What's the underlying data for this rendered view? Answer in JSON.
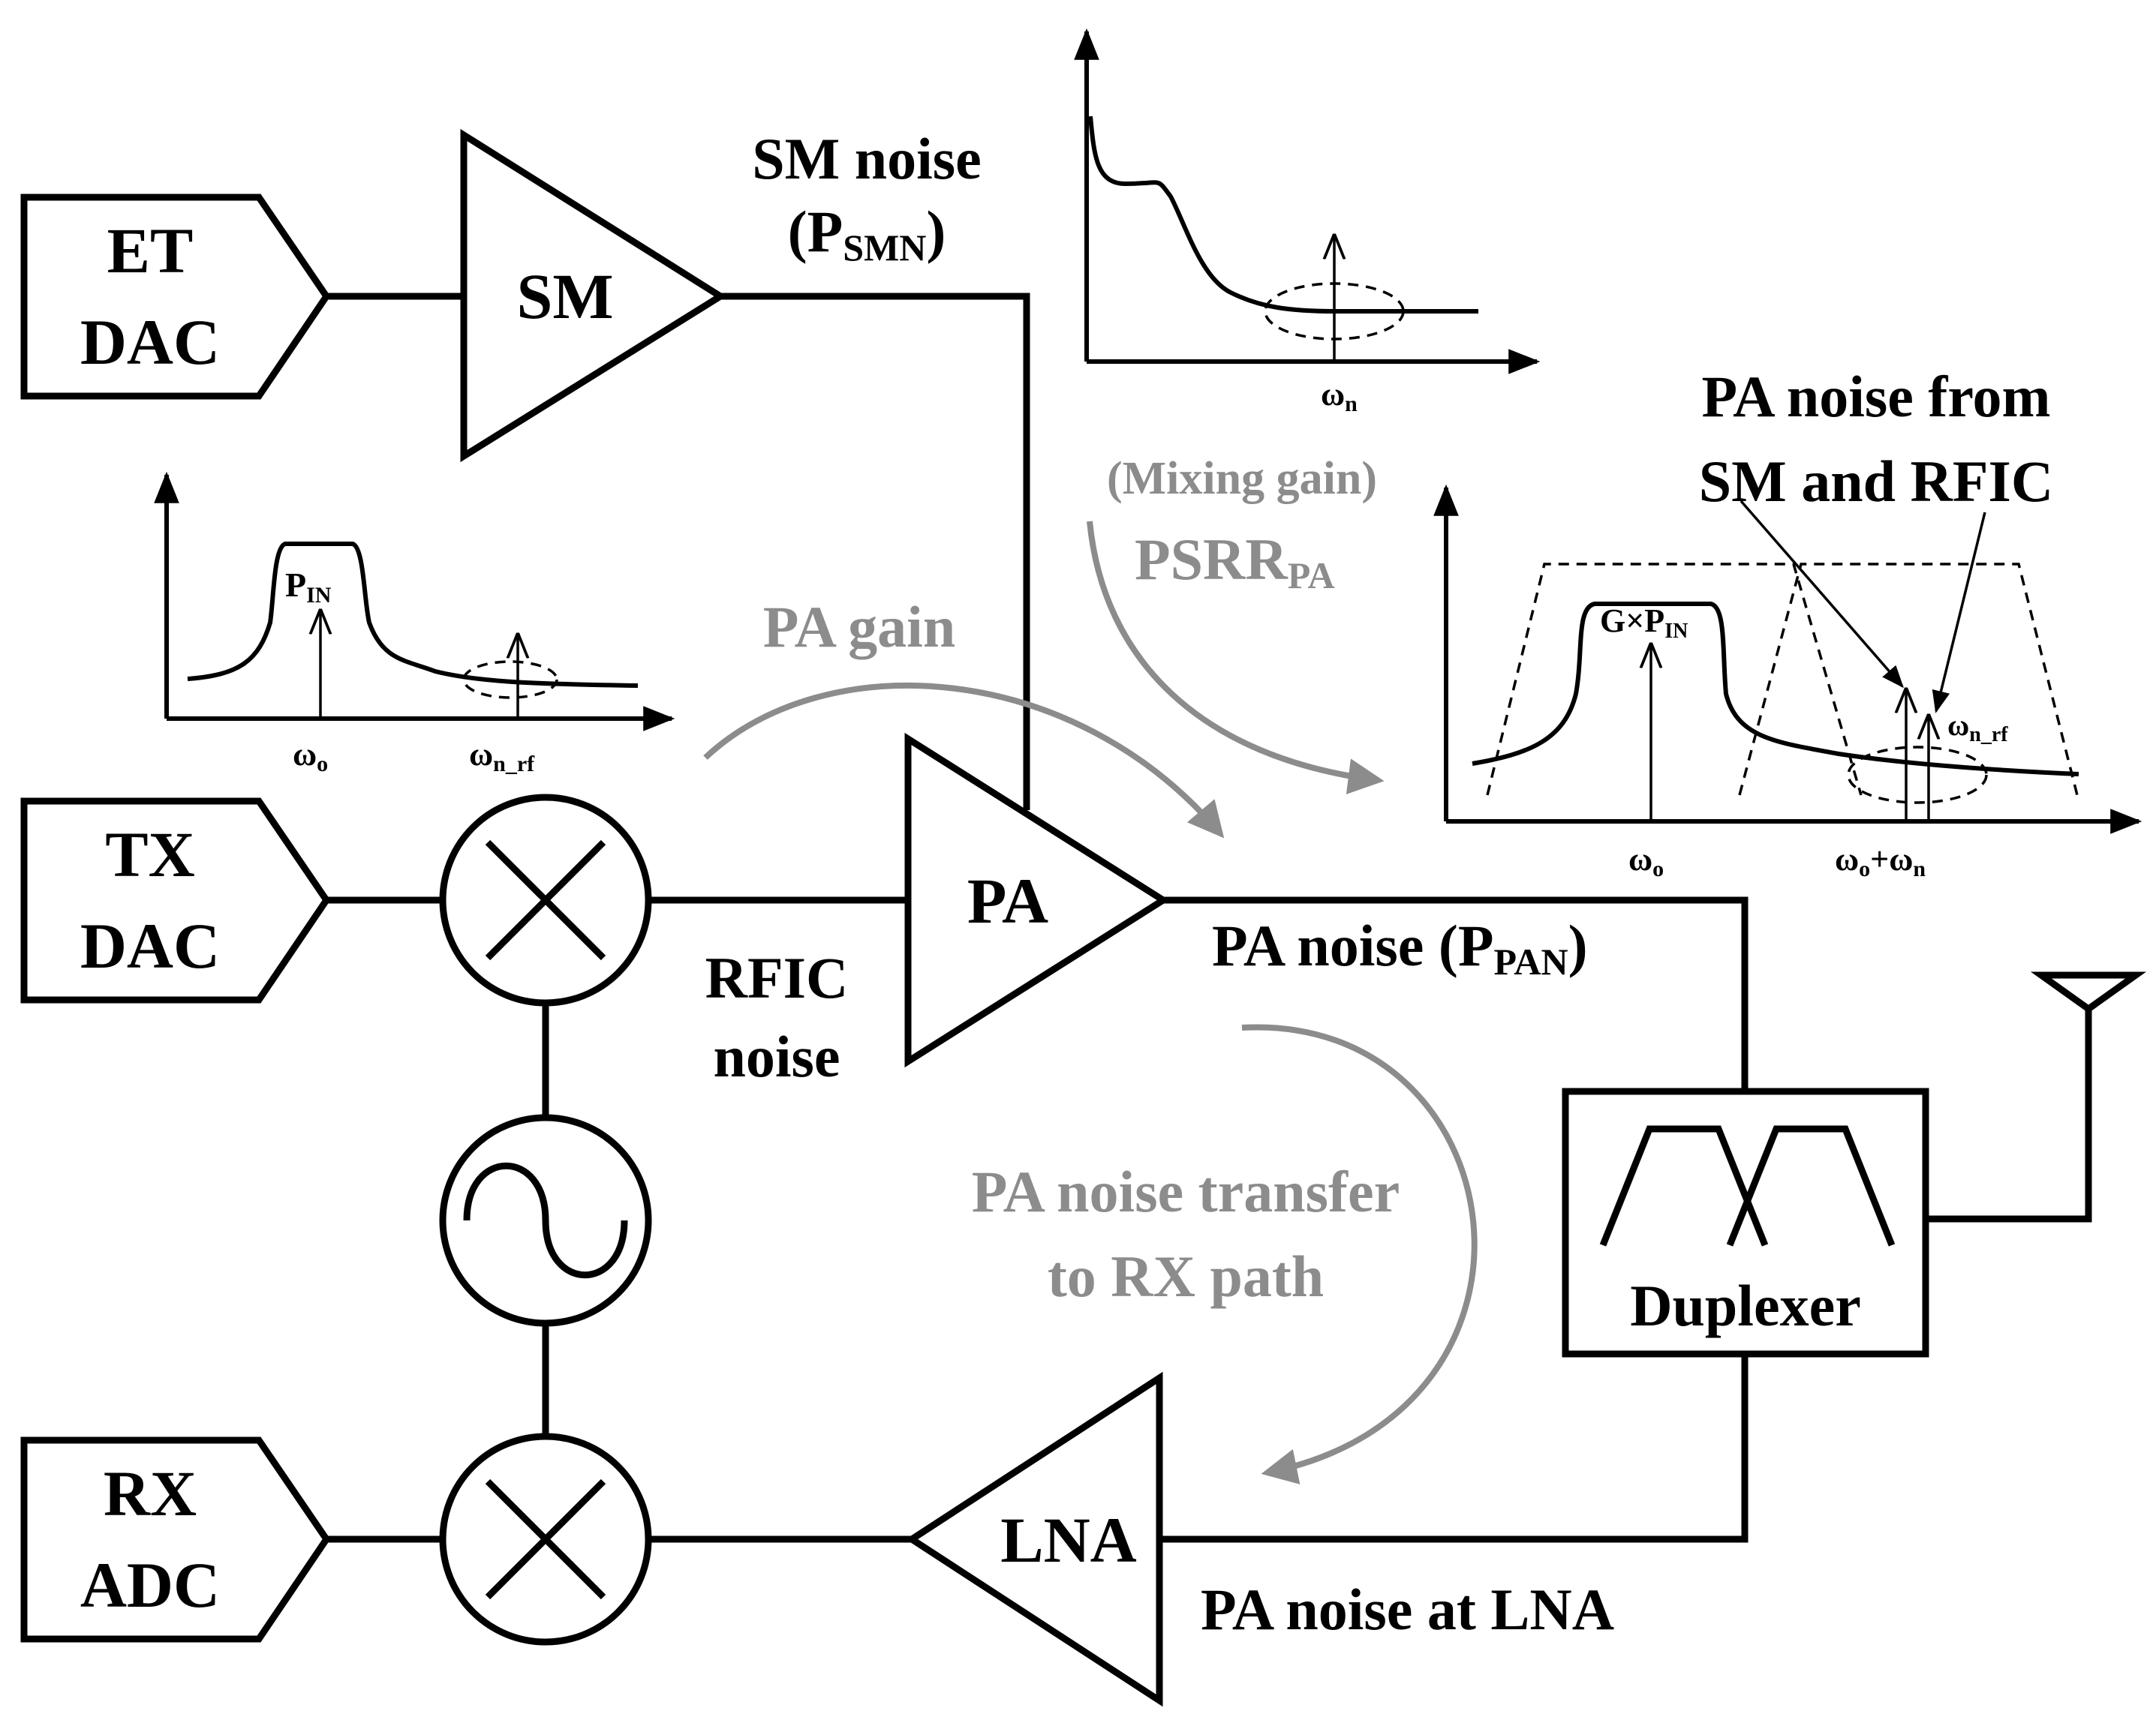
{
  "blocks": {
    "et_dac": [
      "ET",
      "DAC"
    ],
    "tx_dac": [
      "TX",
      "DAC"
    ],
    "rx_adc": [
      "RX",
      "ADC"
    ],
    "sm": "SM",
    "pa": "PA",
    "lna": "LNA",
    "duplexer": "Duplexer"
  },
  "labels": {
    "sm_noise": "SM noise",
    "sm_noise_sym": "(P",
    "sm_noise_sub": "SMN",
    "sm_noise_close": ")",
    "rfic_noise": [
      "RFIC",
      "noise"
    ],
    "pa_noise": "PA noise (P",
    "pa_noise_sub": "PAN",
    "pa_noise_close": ")",
    "pa_noise_at_lna": "PA noise at LNA",
    "pa_noise_from": [
      "PA noise from",
      "SM and RFIC"
    ]
  },
  "annotations": {
    "pa_gain": "PA gain",
    "mixing_gain": "(Mixing gain)",
    "psrr": "PSRR",
    "psrr_sub": "PA",
    "noise_transfer": [
      "PA noise transfer",
      "to RX path"
    ]
  },
  "spectra": {
    "sm": {
      "omega": "ω",
      "omega_sub": "n"
    },
    "rfic": {
      "pin": "P",
      "pin_sub": "IN",
      "w0": "ω",
      "w0_sub": "o",
      "wn": "ω",
      "wn_sub": "n_rf"
    },
    "pa": {
      "gpin": "G×P",
      "gpin_sub": "IN",
      "w0": "ω",
      "w0_sub": "o",
      "wsum_a": "ω",
      "wsum_a_sub": "o",
      "wsum_plus": "+ω",
      "wsum_b_sub": "n",
      "wnrf": "ω",
      "wnrf_sub": "n_rf"
    }
  },
  "colors": {
    "ink": "#000000",
    "annotation_gray": "#8c8c8c"
  }
}
